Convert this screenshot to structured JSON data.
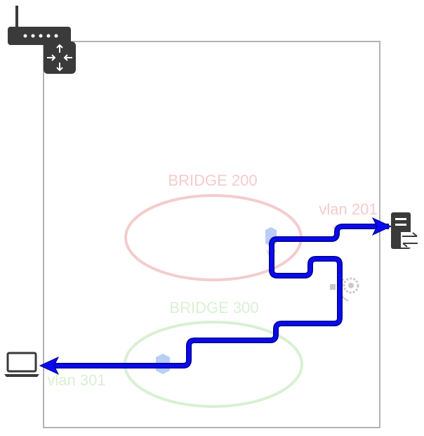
{
  "bridges": [
    {
      "label": "BRIDGE 200",
      "color": "#f4cccc"
    },
    {
      "label": "BRIDGE 300",
      "color": "#d9f0d3"
    }
  ],
  "vlans": [
    {
      "label": "vlan 201",
      "color": "#f4cccc"
    },
    {
      "label": "vlan 301",
      "color": "#d9f0d3"
    }
  ],
  "colors": {
    "path": "#0a0af0",
    "path_outline": "#00008b",
    "container_border": "#b3b3b3",
    "device_dark": "#3a3a3a",
    "node_hex": "#7fa7f0"
  },
  "icons": [
    "router-icon",
    "switch-icon",
    "server-icon",
    "laptop-icon",
    "service-gear-icon",
    "bridge-node-icon"
  ]
}
